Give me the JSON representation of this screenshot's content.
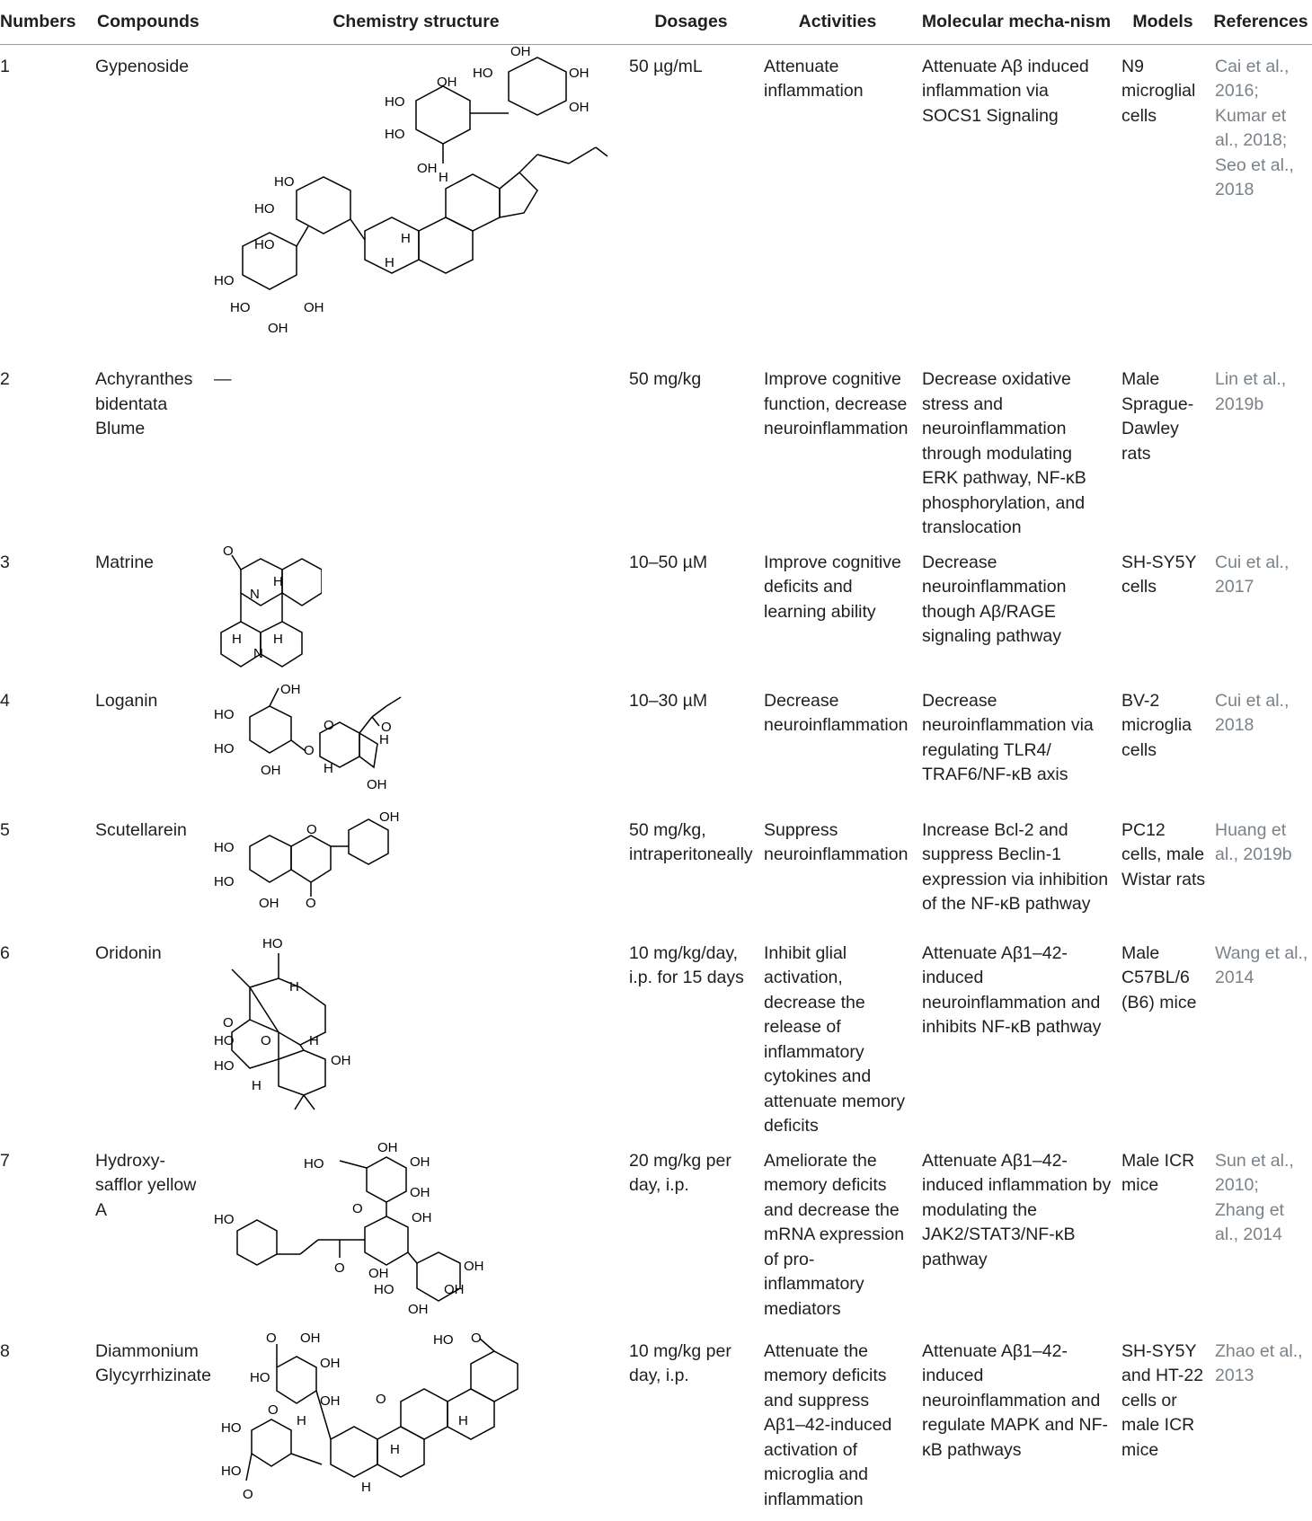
{
  "headers": [
    "Numbers",
    "Compounds",
    "Chemistry structure",
    "Dosages",
    "Activities",
    "Molecular mecha-nism",
    "Models",
    "References"
  ],
  "rows": [
    {
      "number": "1",
      "compound": "Gypenoside",
      "structure": "",
      "dosage": "50 µg/mL",
      "activity": "Attenuate inflammation",
      "mechanism": "Attenuate Aβ induced inflammation via SOCS1 Signaling",
      "model": "N9 microglial cells",
      "reference": "Cai et al., 2016; Kumar et al., 2018; Seo et al., 2018"
    },
    {
      "number": "2",
      "compound": "Achyranthes bidentata Blume",
      "structure": "—",
      "dosage": "50 mg/kg",
      "activity": "Improve cognitive function, decrease neuroinflammation",
      "mechanism": "Decrease oxidative stress and neuroinflammation through modulating ERK pathway, NF-κB phosphorylation, and translocation",
      "model": "Male Sprague-Dawley rats",
      "reference": "Lin et al., 2019b"
    },
    {
      "number": "3",
      "compound": "Matrine",
      "structure": "",
      "dosage": "10–50 µM",
      "activity": "Improve cognitive deficits and learning ability",
      "mechanism": "Decrease neuroinflammation though Aβ/RAGE signaling pathway",
      "model": "SH-SY5Y cells",
      "reference": "Cui et al., 2017"
    },
    {
      "number": "4",
      "compound": "Loganin",
      "structure": "",
      "dosage": "10–30 µM",
      "activity": "Decrease neuroinflammation",
      "mechanism": "Decrease neuroinflammation via regulating TLR4/ TRAF6/NF-κB axis",
      "model": "BV-2 microglia cells",
      "reference": "Cui et al., 2018"
    },
    {
      "number": "5",
      "compound": "Scutellarein",
      "structure": "",
      "dosage": "50 mg/kg, intraperitoneally",
      "activity": "Suppress neuroinflammation",
      "mechanism": "Increase Bcl-2 and suppress Beclin-1 expression via inhibition of the NF-κB pathway",
      "model": "PC12 cells, male Wistar rats",
      "reference": "Huang et al., 2019b"
    },
    {
      "number": "6",
      "compound": "Oridonin",
      "structure": "",
      "dosage": "10 mg/kg/day, i.p. for 15 days",
      "activity": "Inhibit glial activation, decrease the release of inflammatory cytokines and attenuate memory deficits",
      "mechanism": "Attenuate Aβ1–42-induced neuroinflammation and inhibits NF-κB pathway",
      "model": "Male C57BL/6 (B6) mice",
      "reference": "Wang et al., 2014"
    },
    {
      "number": "7",
      "compound": "Hydroxy-safflor yellow A",
      "structure": "",
      "dosage": "20 mg/kg per day, i.p.",
      "activity": "Ameliorate the memory deficits and decrease the mRNA expression of pro-inflammatory mediators",
      "mechanism": "Attenuate Aβ1–42-induced inflammation by modulating the JAK2/STAT3/NF-κB pathway",
      "model": "Male ICR mice",
      "reference": "Sun et al., 2010; Zhang et al., 2014"
    },
    {
      "number": "8",
      "compound": "Diammonium Glycyrrhizinate",
      "structure": "",
      "dosage": "10 mg/kg per day, i.p.",
      "activity": "Attenuate the memory deficits and suppress Aβ1–42-induced activation of microglia and inflammation",
      "mechanism": "Attenuate Aβ1–42-induced neuroinflammation and regulate MAPK and NF-κB pathways",
      "model": "SH-SY5Y and HT-22 cells or male ICR mice",
      "reference": "Zhao et al., 2013"
    }
  ],
  "structure_labels": {
    "oh": "OH",
    "ho": "HO",
    "h": "H",
    "o": "O",
    "n": "N"
  }
}
